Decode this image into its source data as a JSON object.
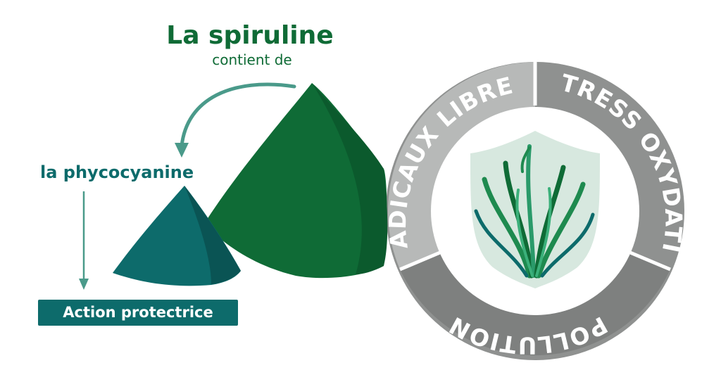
{
  "title": {
    "main": "La spiruline",
    "sub": "contient de"
  },
  "phycocyanine_label": "la phycocyanine",
  "action_label": "Action protectrice",
  "ring": {
    "radicaux": "RADICAUX LIBRES",
    "stress": "STRESS OXYDATIF",
    "pollution": "POLLUTION"
  },
  "icons": {
    "large_pile": "spirulina-powder-pile-icon",
    "small_pile": "phycocyanin-powder-pile-icon",
    "shield": "shield-icon",
    "seaweed": "seaweed-icon"
  },
  "colors": {
    "dark_green": "#0f6b36",
    "teal": "#0d6b6b",
    "arrow_teal": "#4a9a8a",
    "ring_light": "#b7b9b8",
    "ring_mid": "#8f9190",
    "ring_dark": "#7e807f",
    "shield_fill": "#d7e8df"
  }
}
